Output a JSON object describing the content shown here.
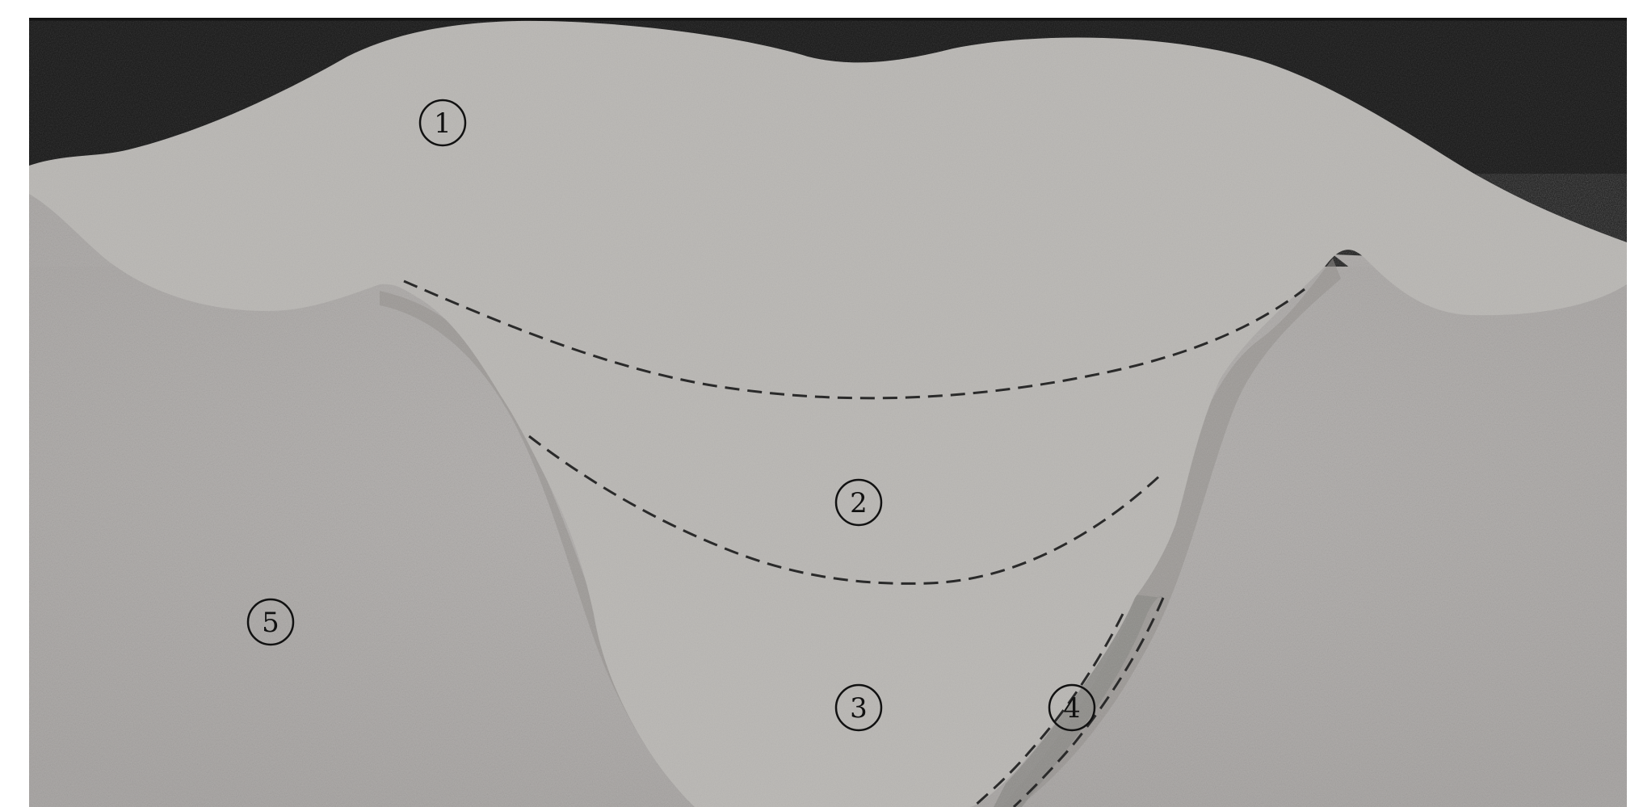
{
  "figure": {
    "colors": {
      "background": "#ffffff",
      "dark_background": "#131313",
      "weld_metal": "#bdbbb8",
      "base_metal": "#aeabaa",
      "fusion_boundary_shadow": "#8a8784",
      "haz_band": "#8f8d8a",
      "dashed_line": "#2a2a2a",
      "label_ink": "#111111"
    },
    "labels": [
      {
        "id": "1",
        "text": "1"
      },
      {
        "id": "2",
        "text": "2"
      },
      {
        "id": "3",
        "text": "3"
      },
      {
        "id": "4",
        "text": "4"
      },
      {
        "id": "5",
        "text": "5"
      }
    ]
  }
}
